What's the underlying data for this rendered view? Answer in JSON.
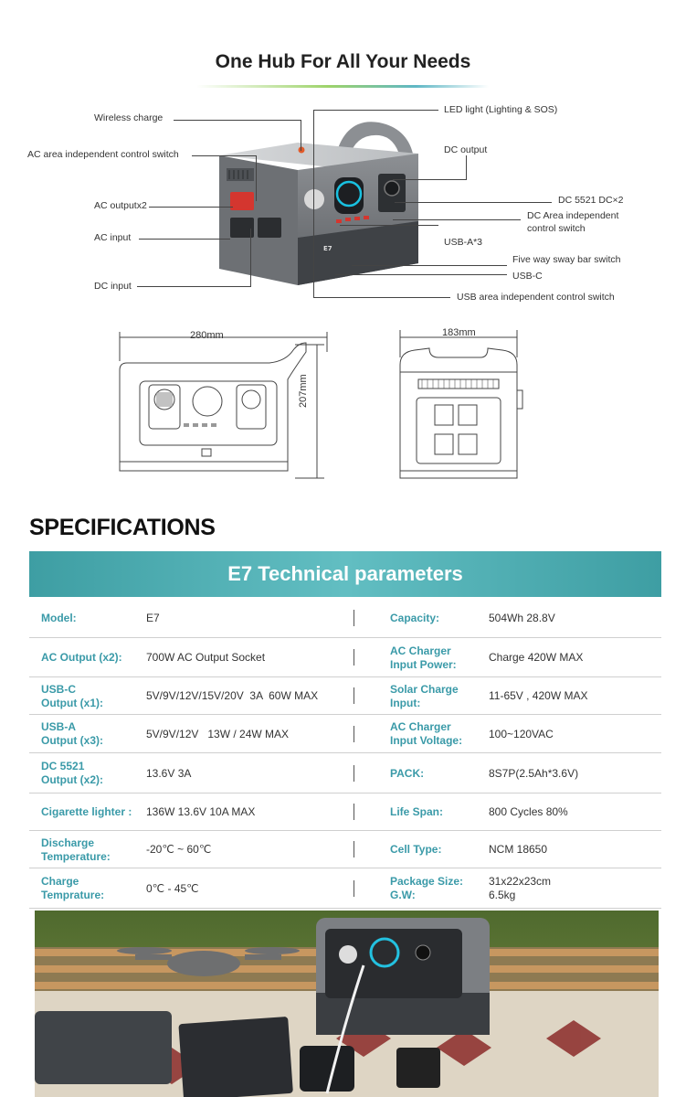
{
  "header": {
    "title": "One Hub For All Your Needs"
  },
  "callouts": {
    "wireless_charge": "Wireless charge",
    "ac_area_switch": "AC area independent control switch",
    "ac_output_x2": "AC outputx2",
    "ac_input": "AC input",
    "dc_input": "DC input",
    "led_light": "LED light (Lighting & SOS)",
    "dc_output": "DC output",
    "dc5521": "DC 5521 DC×2",
    "dc_area_switch_1": "DC Area independent",
    "dc_area_switch_2": "control switch",
    "usb_a": "USB-A*3",
    "five_way": "Five way sway bar switch",
    "usb_c": "USB-C",
    "usb_area_switch": "USB area independent control switch"
  },
  "dimensions": {
    "width": "280mm",
    "height": "207mm",
    "depth": "183mm"
  },
  "specs": {
    "heading": "SPECIFICATIONS",
    "banner": "E7 Technical parameters",
    "rows": [
      {
        "l1": "Model:",
        "v1": "E7",
        "l2": "Capacity:",
        "v2": "504Wh 28.8V"
      },
      {
        "l1": "AC Output (x2):",
        "v1": "700W AC Output Socket",
        "l2": "AC Charger\nInput Power:",
        "v2": "Charge 420W MAX"
      },
      {
        "l1": "USB-C\nOutput (x1):",
        "v1": "5V/9V/12V/15V/20V  3A  60W MAX",
        "l2": "Solar Charge\nInput:",
        "v2": "11-65V , 420W MAX"
      },
      {
        "l1": "USB-A\nOutput (x3):",
        "v1": "5V/9V/12V   13W / 24W MAX",
        "l2": "AC Charger\nInput Voltage:",
        "v2": "100~120VAC"
      },
      {
        "l1": "DC 5521\nOutput (x2):",
        "v1": "13.6V 3A",
        "l2": "PACK:",
        "v2": "8S7P(2.5Ah*3.6V)"
      },
      {
        "l1": "Cigarette lighter :",
        "v1": "136W 13.6V 10A MAX",
        "l2": "Life Span:",
        "v2": "800 Cycles 80%"
      },
      {
        "l1": "Discharge\nTemperature:",
        "v1": "-20℃ ~ 60℃",
        "l2": "Cell Type:",
        "v2": "NCM 18650"
      },
      {
        "l1": "Charge\nTemprature:",
        "v1": "0℃ - 45℃",
        "l2": "Package Size:\nG.W:",
        "v2": "31x22x23cm\n6.5kg"
      }
    ]
  },
  "product_label": "E7"
}
